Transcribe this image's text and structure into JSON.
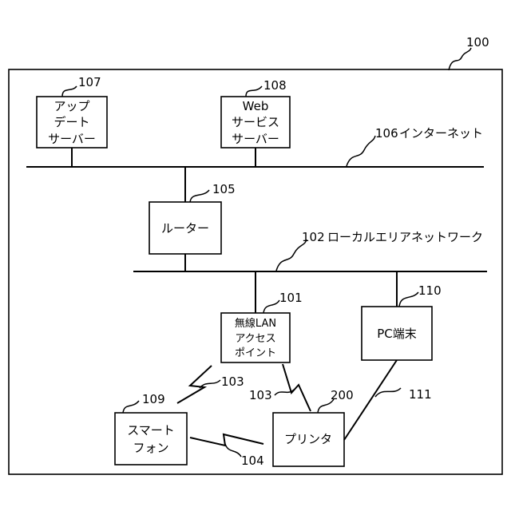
{
  "system": {
    "ref": "100"
  },
  "networks": {
    "internet": {
      "ref": "106",
      "label": "インターネット"
    },
    "lan": {
      "ref": "102",
      "label": "ローカルエリアネットワーク"
    }
  },
  "nodes": {
    "update_server": {
      "ref": "107",
      "lines": [
        "アップ",
        "デート",
        "サーバー"
      ]
    },
    "web_server": {
      "ref": "108",
      "lines": [
        "Web",
        "サービス",
        "サーバー"
      ]
    },
    "router": {
      "ref": "105",
      "lines": [
        "ルーター"
      ]
    },
    "access_point": {
      "ref": "101",
      "lines": [
        "無線LAN",
        "アクセス",
        "ポイント"
      ]
    },
    "pc": {
      "ref": "110",
      "lines": [
        "PC端末"
      ]
    },
    "smartphone": {
      "ref": "109",
      "lines": [
        "スマート",
        "フォン"
      ]
    },
    "printer": {
      "ref": "200",
      "lines": [
        "プリンタ"
      ]
    }
  },
  "links": {
    "ap_phone": {
      "ref": "103"
    },
    "ap_printer": {
      "ref": "103"
    },
    "pc_printer": {
      "ref": "111"
    },
    "phone_printer": {
      "ref": "104"
    }
  }
}
